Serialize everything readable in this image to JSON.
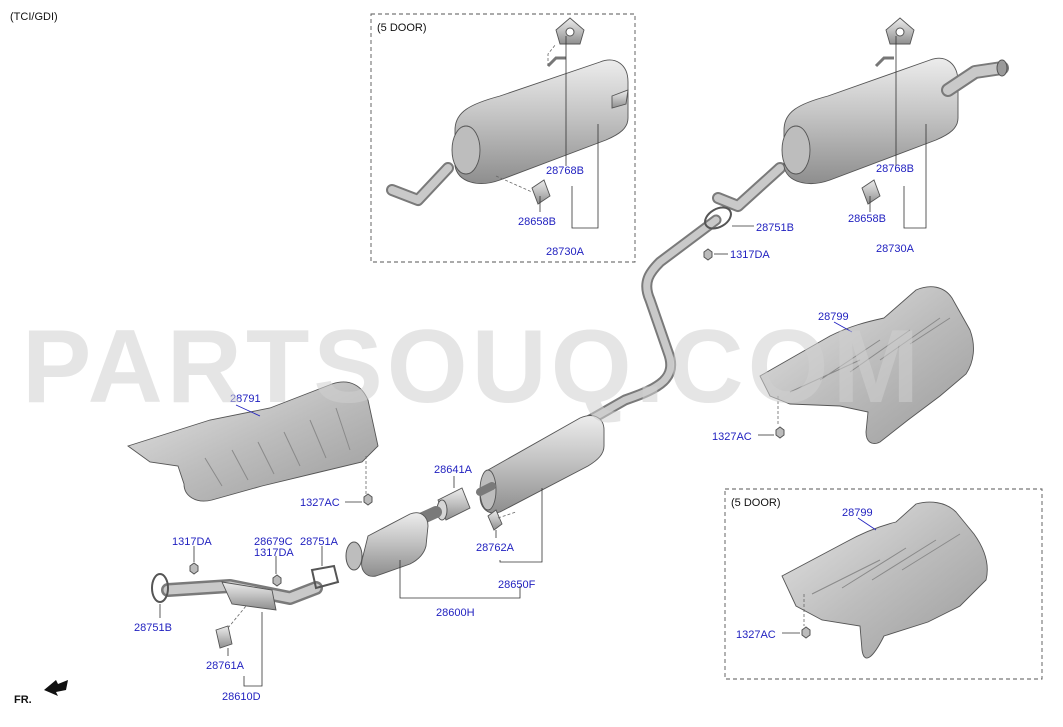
{
  "header": {
    "variant": "(TCI/GDI)"
  },
  "watermark": "PARTSOUQ.COM",
  "front_marker": "FR.",
  "groups": {
    "upper_left": "(5 DOOR)",
    "lower_right": "(5 DOOR)"
  },
  "callouts": {
    "ul_28768B": "28768B",
    "ul_28658B": "28658B",
    "ul_28730A": "28730A",
    "ur_28768B": "28768B",
    "ur_28658B": "28658B",
    "ur_28730A": "28730A",
    "c_28751B": "28751B",
    "c_1317DA": "1317DA",
    "r_28799": "28799",
    "r_1327AC": "1327AC",
    "l_28791": "28791",
    "l_1327AC": "1327AC",
    "m_28641A": "28641A",
    "m_28762A": "28762A",
    "m_28650F": "28650F",
    "m_28600H": "28600H",
    "f_1317DA_a": "1317DA",
    "f_28679C": "28679C",
    "f_1317DA_b": "1317DA",
    "f_28751A": "28751A",
    "f_28751B": "28751B",
    "f_28761A": "28761A",
    "f_28610D": "28610D",
    "lr_28799": "28799",
    "lr_1327AC": "1327AC"
  },
  "colors": {
    "callout": "#1f1fbf",
    "metal_light": "#e2e2e2",
    "metal_dark": "#9a9a9a"
  }
}
